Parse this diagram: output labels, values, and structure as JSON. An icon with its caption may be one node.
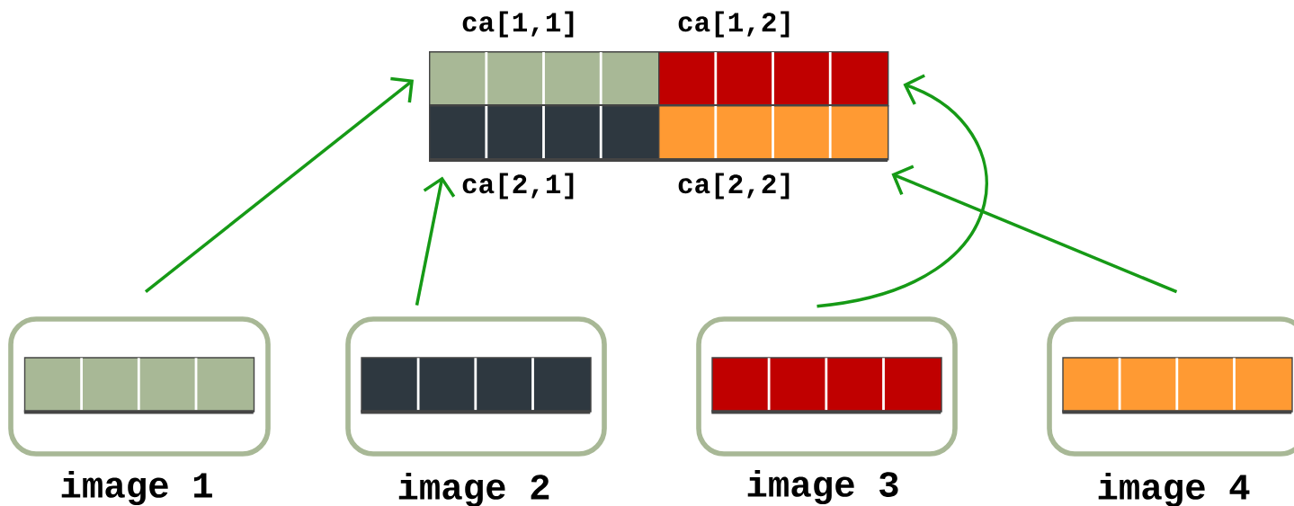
{
  "diagram": {
    "nodes": [
      {
        "text": [
          "image 1"
        ]
      },
      {
        "text": [
          "image 2"
        ]
      },
      {
        "text": [
          "image 3"
        ]
      },
      {
        "text": [
          "image 4"
        ]
      },
      {
        "text": [],
        "shape": "bar",
        "in": 0
      },
      {
        "text": [],
        "shape": "bar",
        "in": 1
      },
      {
        "text": [],
        "shape": "bar",
        "in": 2
      },
      {
        "text": [],
        "shape": "bar",
        "in": 3
      },
      {
        "text": [
          "ca[1,1]"
        ]
      },
      {
        "text": [
          "ca[1,2]"
        ]
      },
      {
        "text": [
          "ca[2,1]"
        ]
      },
      {
        "text": [
          "ca[2,2]"
        ]
      }
    ],
    "edges": [
      {
        "from": 0,
        "to": 8,
        "arrow": "to"
      },
      {
        "from": 1,
        "to": 10,
        "arrow": "to"
      },
      {
        "from": 2,
        "to": 9,
        "arrow": "to"
      },
      {
        "from": 3,
        "to": 11,
        "arrow": "to"
      }
    ]
  }
}
